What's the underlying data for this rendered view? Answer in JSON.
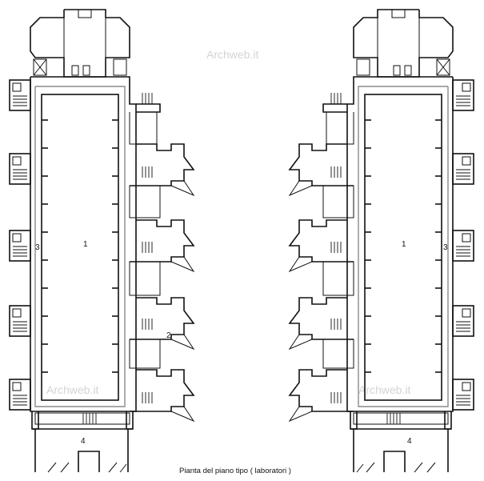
{
  "caption": "Pianta del piano tipo ( laboratori )",
  "watermark": "Archweb.it",
  "left_wing": {
    "labels": {
      "hall": "1",
      "units": "2",
      "corridor": "3",
      "entrance": "4"
    }
  },
  "right_wing": {
    "labels": {
      "hall": "1",
      "corridor": "3",
      "entrance": "4"
    }
  }
}
